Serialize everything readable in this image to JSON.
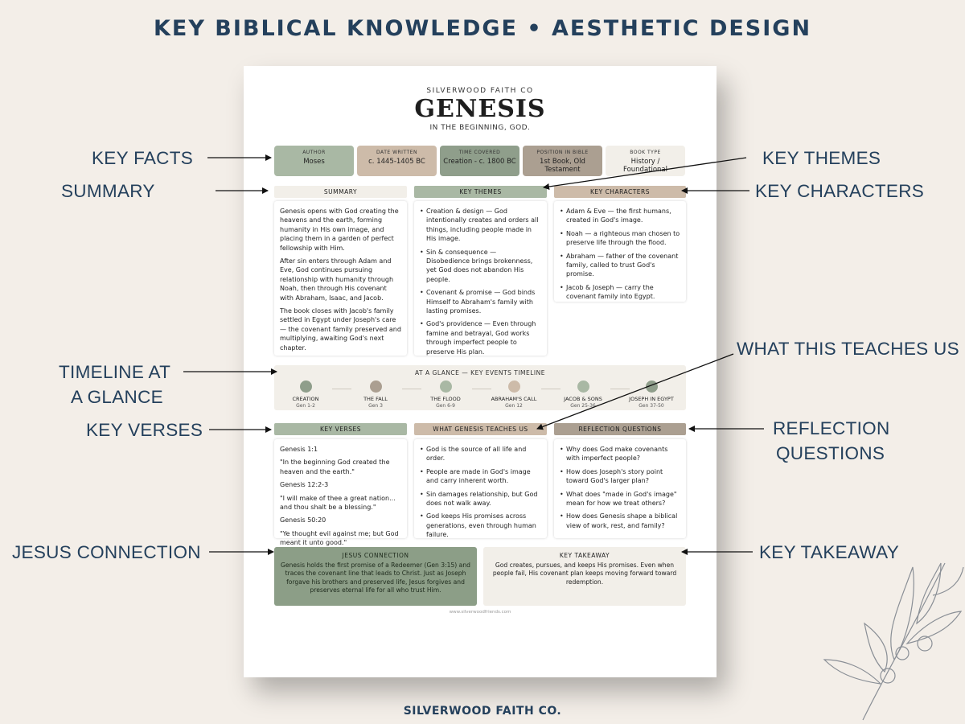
{
  "banner": "KEY BIBLICAL KNOWLEDGE • AESTHETIC DESIGN",
  "footer_brand": "SILVERWOOD FAITH CO.",
  "callouts": {
    "key_facts": "KEY FACTS",
    "summary": "SUMMARY",
    "timeline_l1": "TIMELINE AT",
    "timeline_l2": "A GLANCE",
    "key_verses": "KEY VERSES",
    "jesus": "JESUS CONNECTION",
    "key_themes": "KEY THEMES",
    "key_characters": "KEY CHARACTERS",
    "teaches": "WHAT THIS TEACHES US",
    "reflection_l1": "REFLECTION",
    "reflection_l2": "QUESTIONS",
    "takeaway": "KEY TAKEAWAY"
  },
  "sheet": {
    "brand": "SILVERWOOD FAITH CO",
    "title": "GENESIS",
    "subtitle": "IN THE BEGINNING, GOD.",
    "facts": [
      {
        "label": "AUTHOR",
        "value": "Moses",
        "color": "#a9b8a4"
      },
      {
        "label": "DATE WRITTEN",
        "value": "c. 1445-1405 BC",
        "color": "#cdbba9"
      },
      {
        "label": "TIME COVERED",
        "value": "Creation - c. 1800 BC",
        "color": "#8f9e8b"
      },
      {
        "label": "POSITION IN BIBLE",
        "value": "1st Book, Old Testament",
        "color": "#ab9f91"
      },
      {
        "label": "BOOK TYPE",
        "value": "History / Foundational",
        "color": "#f2efe9"
      }
    ],
    "summary": {
      "header": "SUMMARY",
      "paragraphs": [
        "Genesis opens with God creating the heavens and the earth, forming humanity in His own image, and placing them in a garden of perfect fellowship with Him.",
        "After sin enters through Adam and Eve, God continues pursuing relationship with humanity through Noah, then through His covenant with Abraham, Isaac, and Jacob.",
        "The book closes with Jacob's family settled in Egypt under Joseph's care — the covenant family preserved and multiplying, awaiting God's next chapter."
      ]
    },
    "themes": {
      "header": "KEY THEMES",
      "items": [
        "Creation & design — God intentionally creates and orders all things, including people made in His image.",
        "Sin & consequence — Disobedience brings brokenness, yet God does not abandon His people.",
        "Covenant & promise — God binds Himself to Abraham's family with lasting promises.",
        "God's providence — Even through famine and betrayal, God works through imperfect people to preserve His plan."
      ]
    },
    "characters": {
      "header": "KEY CHARACTERS",
      "items": [
        "Adam & Eve — the first humans, created in God's image.",
        "Noah — a righteous man chosen to preserve life through the flood.",
        "Abraham — father of the covenant family, called to trust God's promise.",
        "Jacob & Joseph — carry the covenant family into Egypt."
      ]
    },
    "timeline": {
      "title": "AT A GLANCE — KEY EVENTS TIMELINE",
      "events": [
        {
          "name": "CREATION",
          "ref": "Gen 1-2",
          "color": "#8f9e8b"
        },
        {
          "name": "THE FALL",
          "ref": "Gen 3",
          "color": "#ab9f91"
        },
        {
          "name": "THE FLOOD",
          "ref": "Gen 6-9",
          "color": "#a9b8a4"
        },
        {
          "name": "ABRAHAM'S CALL",
          "ref": "Gen 12",
          "color": "#cdbba9"
        },
        {
          "name": "JACOB & SONS",
          "ref": "Gen 25-36",
          "color": "#a9b8a4"
        },
        {
          "name": "JOSEPH IN EGYPT",
          "ref": "Gen 37-50",
          "color": "#8f9e8b"
        }
      ]
    },
    "verses": {
      "header": "KEY VERSES",
      "items": [
        {
          "ref": "Genesis 1:1",
          "text": "\"In the beginning God created the heaven and the earth.\""
        },
        {
          "ref": "Genesis 12:2-3",
          "text": "\"I will make of thee a great nation... and thou shalt be a blessing.\""
        },
        {
          "ref": "Genesis 50:20",
          "text": "\"Ye thought evil against me; but God meant it unto good.\""
        }
      ]
    },
    "teaches": {
      "header": "WHAT GENESIS TEACHES US",
      "items": [
        "God is the source of all life and order.",
        "People are made in God's image and carry inherent worth.",
        "Sin damages relationship, but God does not walk away.",
        "God keeps His promises across generations, even through human failure."
      ]
    },
    "reflection": {
      "header": "REFLECTION QUESTIONS",
      "items": [
        "Why does God make covenants with imperfect people?",
        "How does Joseph's story point toward God's larger plan?",
        "What does \"made in God's image\" mean for how we treat others?",
        "How does Genesis shape a biblical view of work, rest, and family?"
      ]
    },
    "jesus": {
      "header": "JESUS CONNECTION",
      "text": "Genesis holds the first promise of a Redeemer (Gen 3:15) and traces the covenant line that leads to Christ. Just as Joseph forgave his brothers and preserved life, Jesus forgives and preserves eternal life for all who trust Him."
    },
    "takeaway": {
      "header": "KEY TAKEAWAY",
      "text": "God creates, pursues, and keeps His promises. Even when people fail, His covenant plan keeps moving forward toward redemption."
    },
    "site": "www.silverwoodfriends.com"
  },
  "colors": {
    "navy": "#24405c",
    "sage": "#a9b8a4",
    "sage_dark": "#8f9e8b",
    "tan": "#cdbba9",
    "taupe": "#ab9f91",
    "cream": "#f2efe9"
  }
}
